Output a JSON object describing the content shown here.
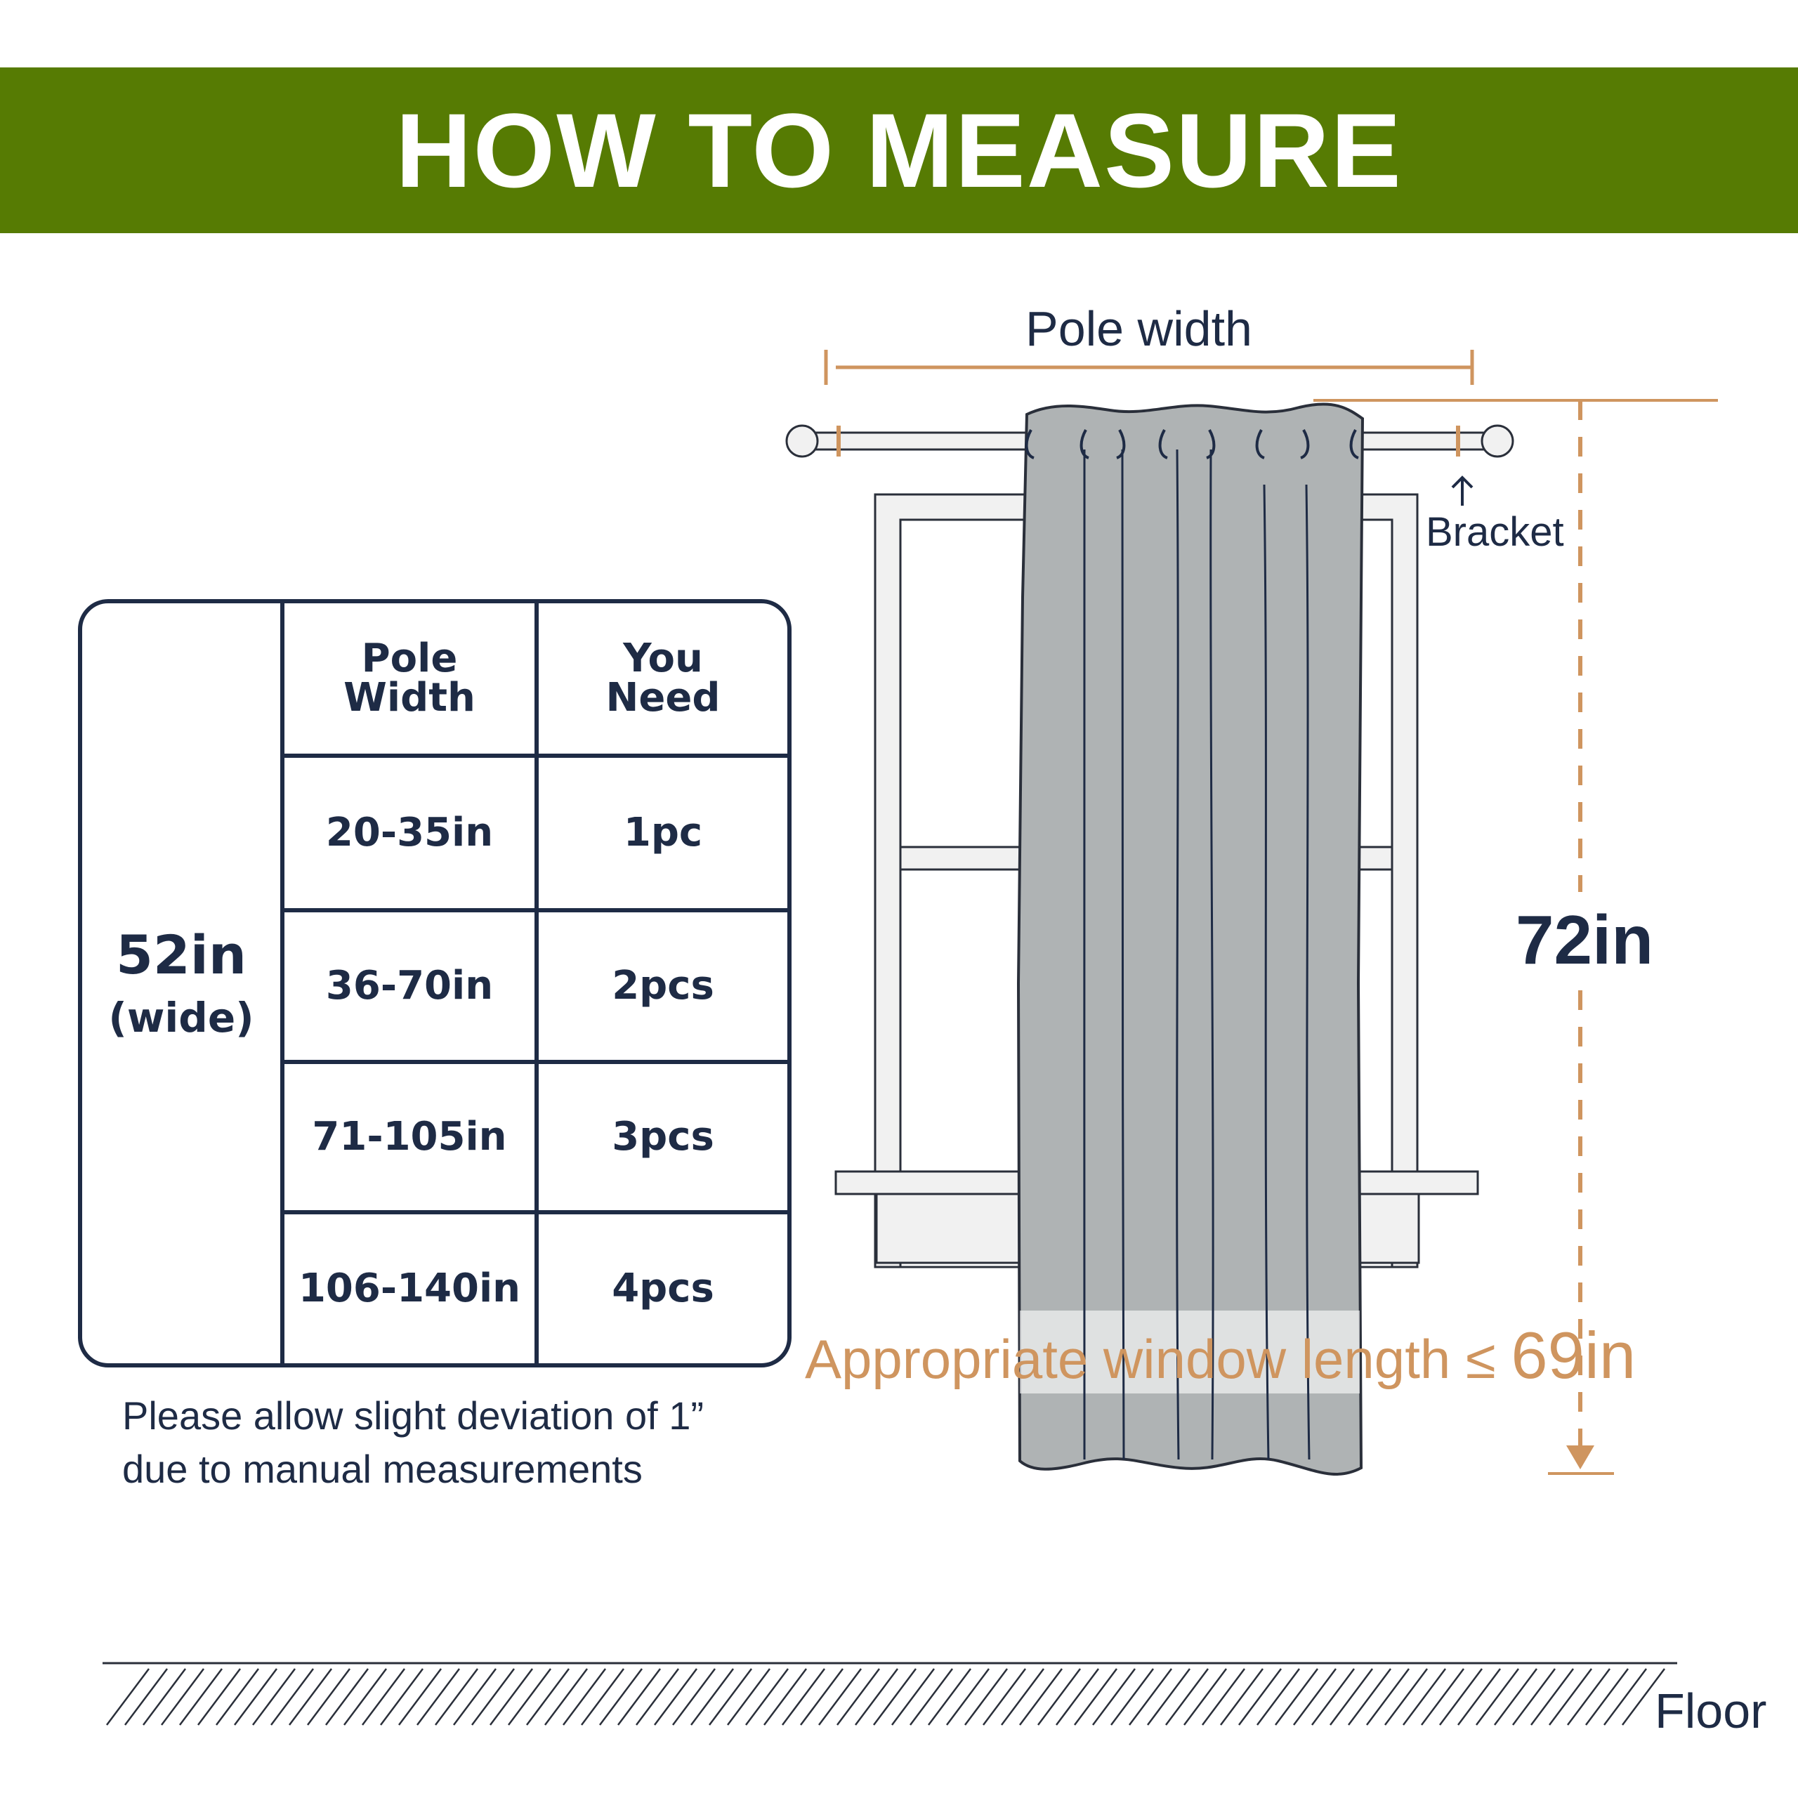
{
  "header": {
    "title": "HOW TO MEASURE",
    "bg_color": "#567b03"
  },
  "table": {
    "curtain_width": "52in",
    "curtain_width_note": "(wide)",
    "columns": [
      {
        "line1": "Pole",
        "line2": "Width"
      },
      {
        "line1": "You",
        "line2": "Need"
      }
    ],
    "rows": [
      {
        "pole_width": "20-35in",
        "you_need": "1pc"
      },
      {
        "pole_width": "36-70in",
        "you_need": "2pcs"
      },
      {
        "pole_width": "71-105in",
        "you_need": "3pcs"
      },
      {
        "pole_width": "106-140in",
        "you_need": "4pcs"
      }
    ],
    "border_color": "#1e2b45"
  },
  "note": {
    "line1": "Please allow slight deviation of 1”",
    "line2": "due to manual measurements"
  },
  "diagram": {
    "pole_width_label": "Pole width",
    "bracket_label": "Bracket",
    "curtain_length": "72in",
    "window_note_text": "Appropriate window length ≤ ",
    "window_note_value": "69in",
    "floor_label": "Floor",
    "accent_color": "#cf955f",
    "curtain_color": "#afb3b4"
  }
}
